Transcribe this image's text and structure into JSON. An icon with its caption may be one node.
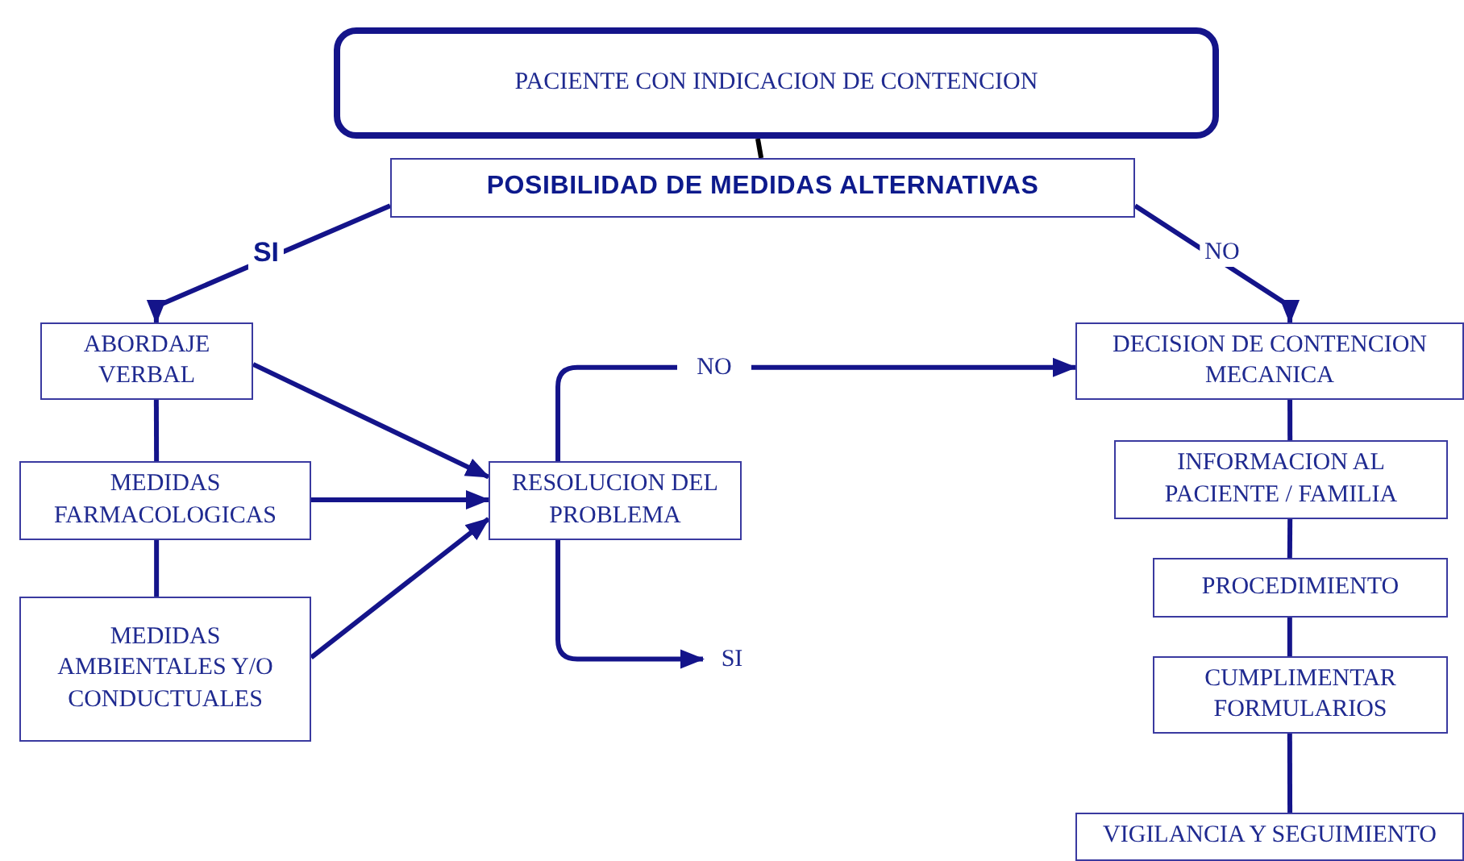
{
  "diagram": {
    "nodes": [
      {
        "text": [
          "PACIENTE CON INDICACION DE CONTENCION"
        ]
      },
      {
        "text": [
          "POSIBILIDAD DE MEDIDAS ALTERNATIVAS"
        ]
      },
      {
        "text": [
          "ABORDAJE VERBAL"
        ]
      },
      {
        "text": [
          "MEDIDAS FARMACOLOGICAS"
        ]
      },
      {
        "text": [
          "MEDIDAS AMBIENTALES Y/O CONDUCTUALES"
        ]
      },
      {
        "text": [
          "RESOLUCION DEL PROBLEMA"
        ]
      },
      {
        "text": [
          "NO"
        ]
      },
      {
        "text": [
          "SI"
        ]
      },
      {
        "text": [
          "DECISION DE CONTENCION MECANICA"
        ]
      },
      {
        "text": [
          "INFORMACION AL PACIENTE / FAMILIA"
        ]
      },
      {
        "text": [
          "PROCEDIMIENTO"
        ]
      },
      {
        "text": [
          "CUMPLIMENTAR FORMULARIOS"
        ]
      },
      {
        "text": [
          "VIGILANCIA Y SEGUIMIENTO"
        ]
      }
    ],
    "edges": [
      {
        "from": 0,
        "to": 1,
        "arrow": "none",
        "color": "#000000"
      },
      {
        "from": 1,
        "to": 2,
        "arrow": "to",
        "label": "SI"
      },
      {
        "from": 1,
        "to": 8,
        "arrow": "to",
        "label": "NO"
      },
      {
        "from": 2,
        "to": 3,
        "arrow": "none"
      },
      {
        "from": 3,
        "to": 4,
        "arrow": "none"
      },
      {
        "from": 2,
        "to": 5,
        "arrow": "to"
      },
      {
        "from": 3,
        "to": 5,
        "arrow": "to"
      },
      {
        "from": 4,
        "to": 5,
        "arrow": "to"
      },
      {
        "from": 5,
        "to": 6,
        "arrow": "none"
      },
      {
        "from": 6,
        "to": 8,
        "arrow": "to"
      },
      {
        "from": 5,
        "to": 7,
        "arrow": "to"
      },
      {
        "from": 8,
        "to": 9,
        "arrow": "none"
      },
      {
        "from": 9,
        "to": 10,
        "arrow": "none"
      },
      {
        "from": 10,
        "to": 11,
        "arrow": "none"
      },
      {
        "from": 11,
        "to": 12,
        "arrow": "none"
      }
    ]
  }
}
